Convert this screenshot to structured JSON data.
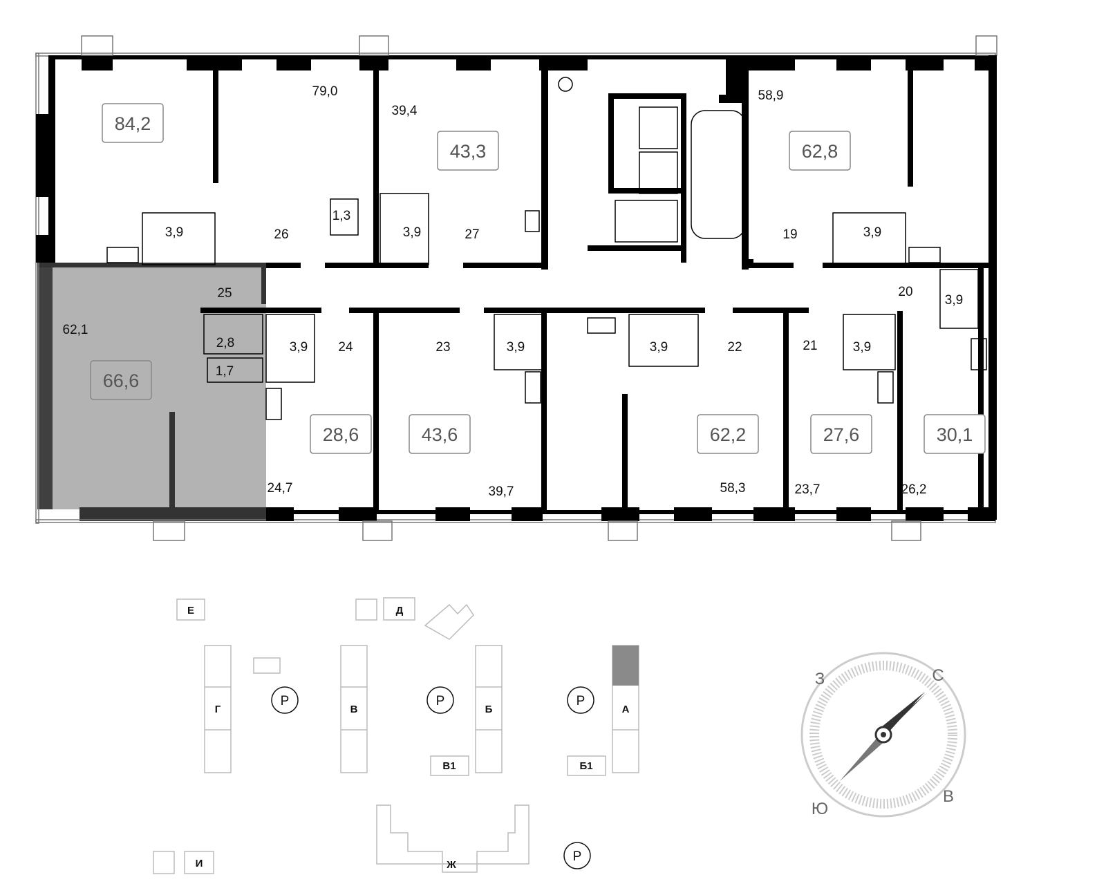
{
  "floor_plan": {
    "apartments": [
      {
        "id": "apt-top-1",
        "total": "84,2",
        "living": "79,0"
      },
      {
        "id": "apt-top-2",
        "total": "43,3",
        "living": "39,4"
      },
      {
        "id": "apt-top-3",
        "total": "62,8",
        "living": "58,9"
      },
      {
        "id": "apt-selected",
        "total": "66,6",
        "living": "62,1",
        "selected": true
      },
      {
        "id": "apt-bot-1",
        "total": "28,6",
        "living": "24,7"
      },
      {
        "id": "apt-bot-2",
        "total": "43,6",
        "living": "39,7"
      },
      {
        "id": "apt-bot-3",
        "total": "62,2",
        "living": "58,3"
      },
      {
        "id": "apt-bot-4",
        "total": "27,6",
        "living": "23,7"
      },
      {
        "id": "apt-bot-5",
        "total": "30,1",
        "living": "26,2"
      }
    ],
    "room_labels": [
      "3,9",
      "26",
      "1,3",
      "3,9",
      "27",
      "19",
      "3,9",
      "25",
      "2,8",
      "1,7",
      "3,9",
      "24",
      "23",
      "3,9",
      "3,9",
      "22",
      "21",
      "3,9",
      "20",
      "3,9"
    ],
    "colors": {
      "wall": "#000000",
      "selected_fill": "#b3b3b3",
      "selected_wall": "#333333",
      "label_box": "#888888"
    }
  },
  "site_plan": {
    "blocks": [
      "Е",
      "Д",
      "Г",
      "В",
      "Б",
      "А",
      "В1",
      "Б1",
      "И",
      "Ж"
    ],
    "parking": [
      "Р",
      "Р",
      "Р",
      "Р"
    ],
    "selected_block": "А",
    "colors": {
      "outline": "#bbbbbb",
      "highlight": "#8a8a8a"
    }
  },
  "compass": {
    "north": "С",
    "south": "Ю",
    "east": "В",
    "west": "З"
  }
}
